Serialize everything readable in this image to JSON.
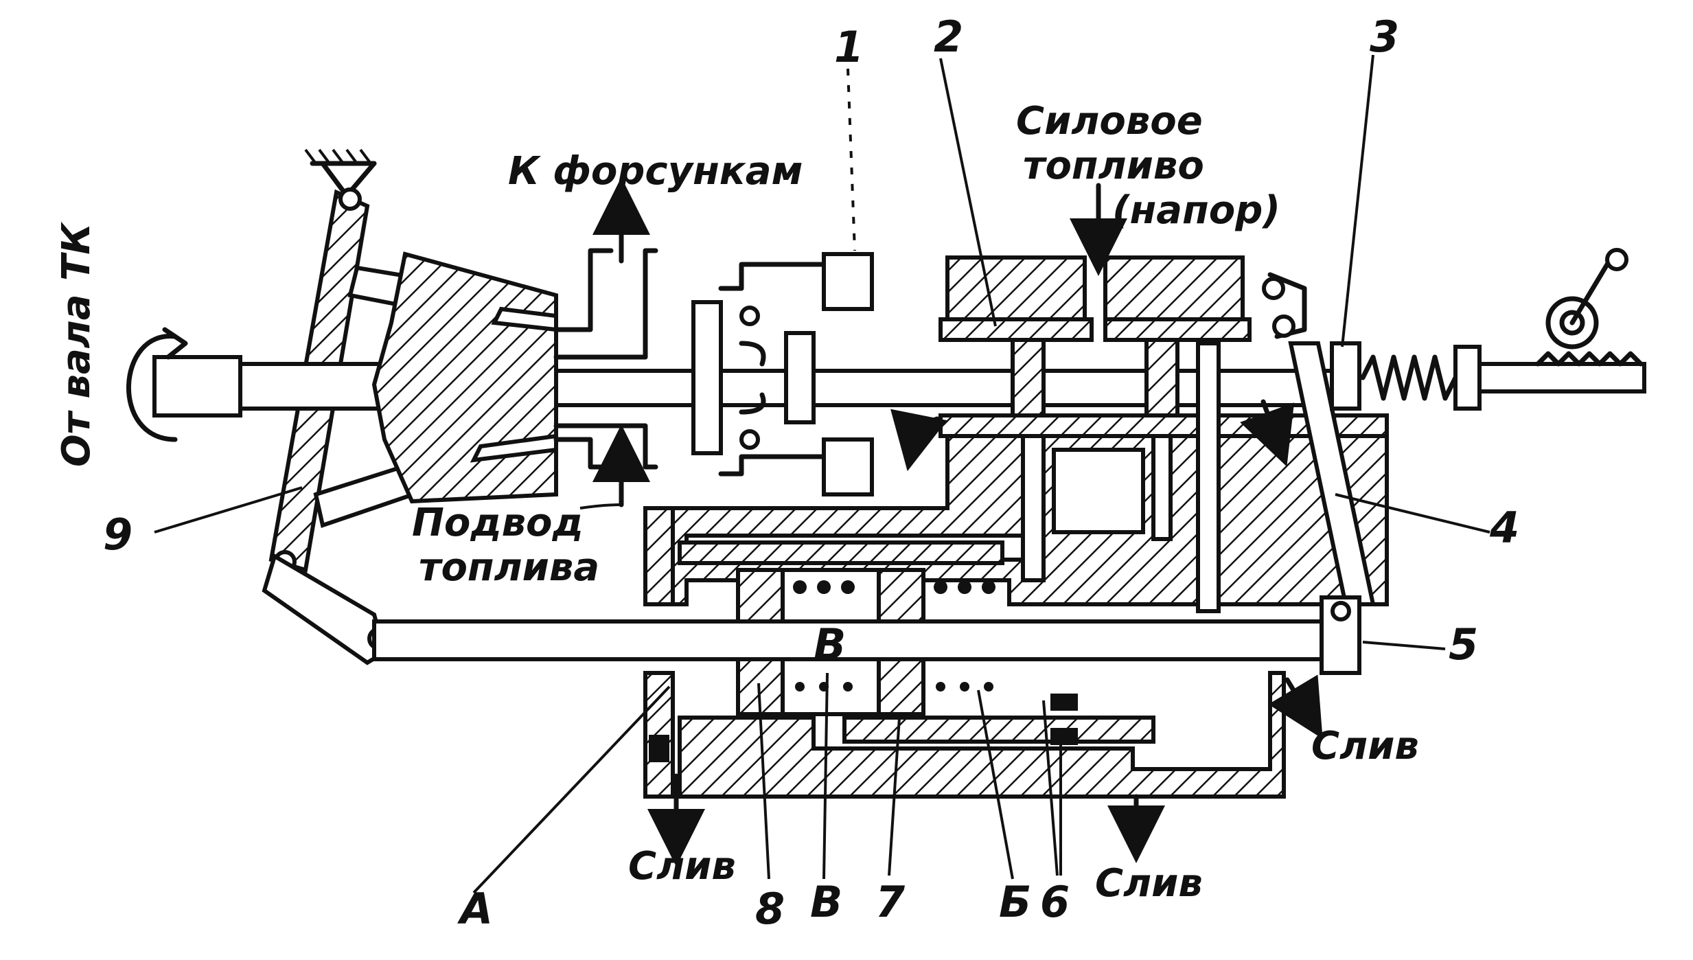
{
  "labels": {
    "from_tk_shaft": "От вала ТК",
    "to_injectors": "К форсункам",
    "fuel_supply_line1": "Подвод",
    "fuel_supply_line2": "топлива",
    "power_fuel_line1": "Силовое",
    "power_fuel_line2": "топливо",
    "power_fuel_line3": "(напор)",
    "drain": "Слив"
  },
  "part_numbers": {
    "p1": "1",
    "p2": "2",
    "p3": "3",
    "p4": "4",
    "p5": "5",
    "p6": "6",
    "p7": "7",
    "p8": "8",
    "p9": "9",
    "pA": "А",
    "pB": "Б",
    "pV": "В"
  }
}
